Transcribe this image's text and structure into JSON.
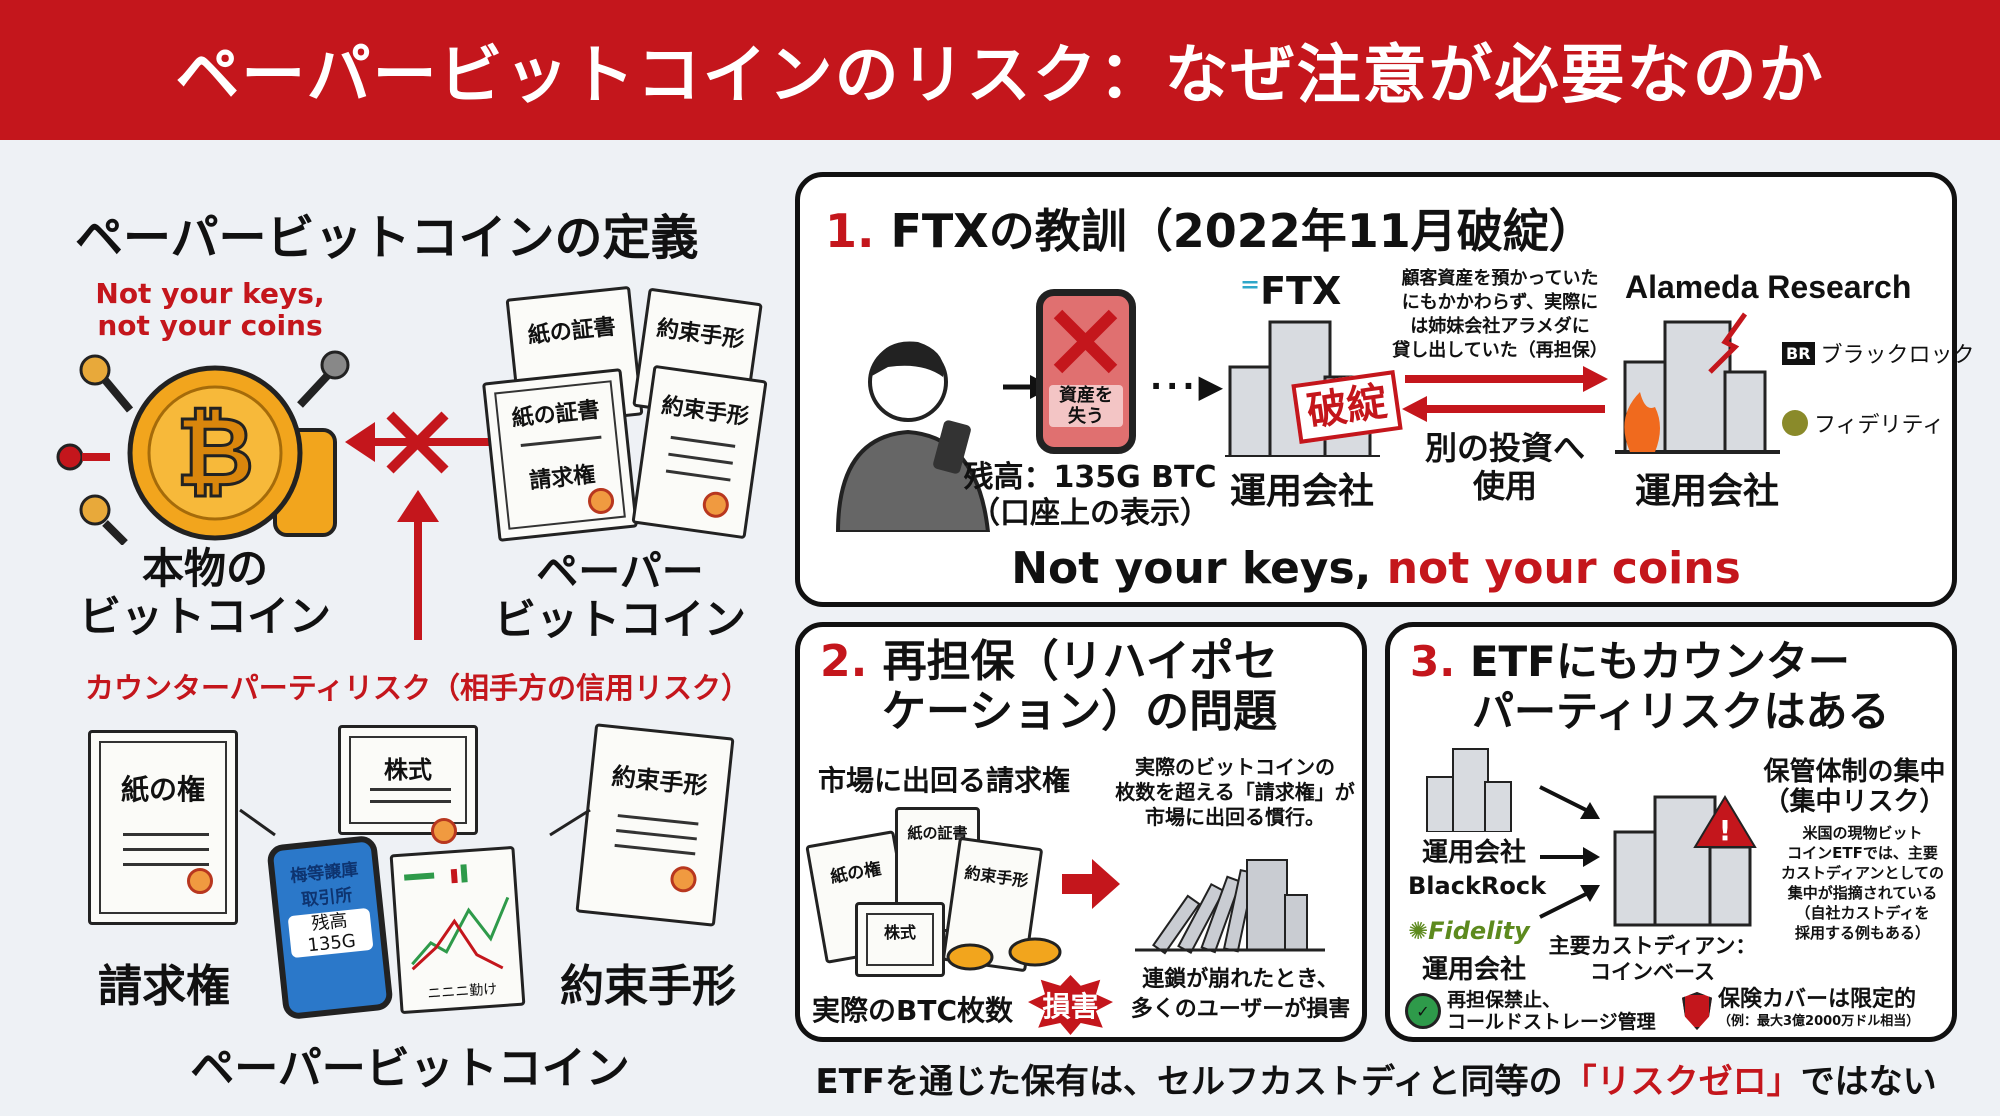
{
  "header": {
    "title": "ペーパービットコインのリスク：なぜ注意が必要なのか"
  },
  "left": {
    "title": "ペーパービットコインの定義",
    "slogan_line1": "Not your keys,",
    "slogan_line2": "not your coins",
    "real_btc_line1": "本物の",
    "real_btc_line2": "ビットコイン",
    "paper_btc_line1": "ペーパー",
    "paper_btc_line2": "ビットコイン",
    "docs_top": [
      "紙の証書",
      "約束手形",
      "紙の証書",
      "約束手形"
    ],
    "doc_claim": "請求権",
    "counterparty": "カウンターパーティリスク（相手方の信用リスク）",
    "bottom_docs": {
      "left": "紙の権",
      "middle": "株式",
      "right": "約束手形"
    },
    "phone": {
      "line1": "梅等譲庫",
      "line2": "取引所",
      "balance_label": "残高",
      "balance": "135G"
    },
    "chart_doc_footer": "ニニニ勤け",
    "label_left": "請求権",
    "label_right": "約束手形",
    "label_bottom": "ペーパービットコイン"
  },
  "panel1": {
    "number": "1.",
    "title": "FTXの教訓（2022年11月破綻）",
    "phone_text_line1": "資産を",
    "phone_text_line2": "失う",
    "balance_line1": "残高：135G BTC",
    "balance_line2": "（口座上の表示）",
    "ftx_logo": "FTX",
    "ftx_label": "運用会社",
    "bankrupt_stamp": "破綻",
    "explain_lines": [
      "顧客資産を預かっていた",
      "にもかかわらず、実際に",
      "は姉妹会社アラメダに",
      "貸し出していた（再担保）"
    ],
    "used_line1": "別の投資へ",
    "used_line2": "使用",
    "alameda": "Alameda Research",
    "alameda_label": "運用会社",
    "blackrock_badge": "BR",
    "blackrock": "ブラックロック",
    "fidelity": "フィデリティ",
    "slogan_a": "Not your keys, ",
    "slogan_b": "not your coins"
  },
  "panel2": {
    "number": "2.",
    "title_line1": "再担保（リハイポセ",
    "title_line2": "ケーション）の問題",
    "claims_label": "市場に出回る請求権",
    "docs": [
      "紙の権",
      "紙の証書",
      "株式",
      "約束手形"
    ],
    "explain_lines": [
      "実際のビットコインの",
      "枚数を超える「請求権」が",
      "市場に出回る慣行。"
    ],
    "actual_btc": "実際のBTC枚数",
    "damage_badge": "損害",
    "collapse_line1": "連鎖が崩れたとき、",
    "collapse_line2": "多くのユーザーが損害"
  },
  "panel3": {
    "number": "3.",
    "title_line1": "ETFにもカウンター",
    "title_line2": "パーティリスクはある",
    "manager_label": "運用会社",
    "blackrock": "BlackRock",
    "fidelity": "Fidelity",
    "manager_label2": "運用会社",
    "concentration_line1": "保管体制の集中",
    "concentration_line2": "（集中リスク）",
    "note_lines": [
      "米国の現物ビット",
      "コインETFでは、主要",
      "カストディアンとしての",
      "集中が指摘されている",
      "（自社カストディを",
      "採用する例もある）"
    ],
    "custodian_line1": "主要カストディアン：",
    "custodian_line2": "コインベース",
    "check_line1": "再担保禁止、",
    "check_line2": "コールドストレージ管理",
    "insurance_line1": "保険カバーは限定的",
    "insurance_line2": "（例：最大3億2000万ドル相当）"
  },
  "footer": {
    "text_a": "ETFを通じた保有は、セルフカストディと同等の",
    "text_b": "「リスクゼロ」",
    "text_c": "ではない"
  },
  "colors": {
    "accent": "#c4161c",
    "background": "#eef1f5",
    "coin": "#f2a51d"
  }
}
